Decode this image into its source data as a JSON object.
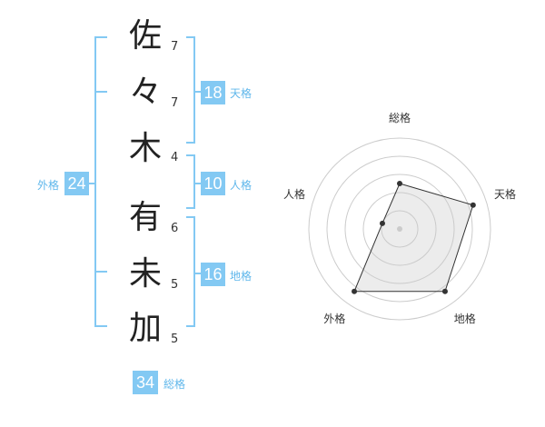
{
  "name": {
    "chars": [
      {
        "char": "佐",
        "strokes": "7"
      },
      {
        "char": "々",
        "strokes": "7"
      },
      {
        "char": "木",
        "strokes": "4"
      },
      {
        "char": "有",
        "strokes": "6"
      },
      {
        "char": "未",
        "strokes": "5"
      },
      {
        "char": "加",
        "strokes": "5"
      }
    ]
  },
  "kaku": {
    "tenkaku": {
      "value": "18",
      "label": "天格"
    },
    "jinkaku": {
      "value": "10",
      "label": "人格"
    },
    "chikaku": {
      "value": "16",
      "label": "地格"
    },
    "gaikaku": {
      "value": "24",
      "label": "外格"
    },
    "soukaku": {
      "value": "34",
      "label": "総格"
    }
  },
  "colors": {
    "accent": "#83c9f3",
    "accent_text": "#5fb7eb"
  },
  "chart_data": {
    "type": "radar",
    "axes": [
      "総格",
      "天格",
      "地格",
      "外格",
      "人格"
    ],
    "values": [
      0.5,
      0.85,
      0.85,
      0.85,
      0.2
    ],
    "rings": 5,
    "grid": true
  }
}
